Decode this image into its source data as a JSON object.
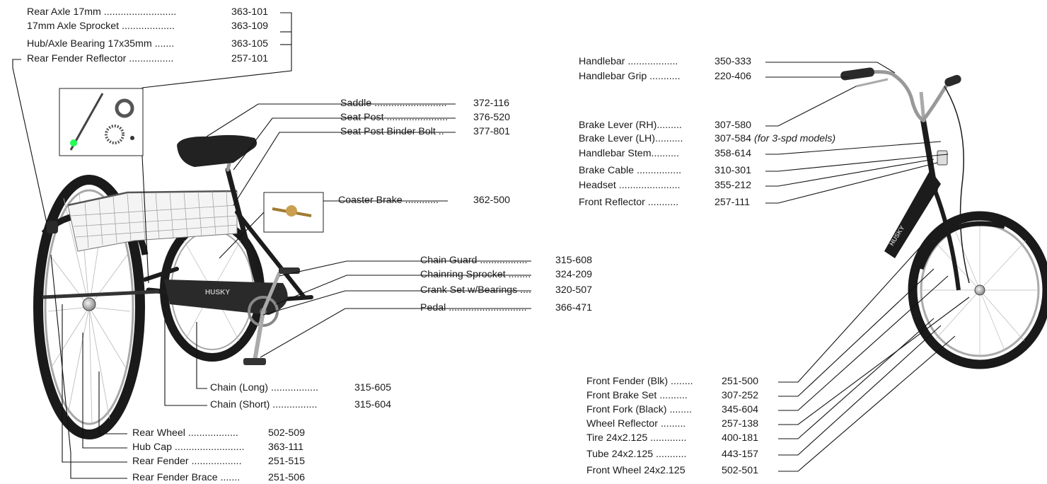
{
  "parts": {
    "rear_axle_17mm": {
      "name": "Rear Axle 17mm ..........................",
      "number": "363-101"
    },
    "axle_sprocket_17mm": {
      "name": "17mm Axle Sprocket ...................",
      "number": "363-109"
    },
    "hub_axle_bearing": {
      "name": "Hub/Axle Bearing 17x35mm .......",
      "number": "363-105"
    },
    "rear_fender_reflector": {
      "name": "Rear Fender Reflector ................",
      "number": "257-101"
    },
    "saddle": {
      "name": "Saddle ..........................",
      "number": "372-116"
    },
    "seat_post": {
      "name": "Seat Post ......................",
      "number": "376-520"
    },
    "seat_post_binder_bolt": {
      "name": "Seat Post Binder Bolt ..",
      "number": "377-801"
    },
    "coaster_brake": {
      "name": "Coaster Brake ............",
      "number": "362-500"
    },
    "chain_guard": {
      "name": "Chain Guard .................",
      "number": "315-608"
    },
    "chainring_sprocket": {
      "name": "Chainring Sprocket ........",
      "number": "324-209"
    },
    "crank_set": {
      "name": "Crank Set w/Bearings ....",
      "number": "320-507"
    },
    "pedal": {
      "name": "Pedal ............................",
      "number": "366-471"
    },
    "chain_long": {
      "name": "Chain (Long) .................",
      "number": "315-605"
    },
    "chain_short": {
      "name": "Chain (Short) ................",
      "number": "315-604"
    },
    "rear_wheel": {
      "name": "Rear Wheel ..................",
      "number": "502-509"
    },
    "hub_cap": {
      "name": "Hub Cap .........................",
      "number": "363-111"
    },
    "rear_fender": {
      "name": "Rear Fender ..................",
      "number": "251-515"
    },
    "rear_fender_brace": {
      "name": "Rear Fender Brace .......",
      "number": "251-506"
    },
    "handlebar": {
      "name": "Handlebar ..................",
      "number": "350-333"
    },
    "handlebar_grip": {
      "name": "Handlebar Grip ...........",
      "number": "220-406"
    },
    "brake_lever_rh": {
      "name": "Brake Lever (RH).........",
      "number": "307-580"
    },
    "brake_lever_lh": {
      "name": "Brake Lever (LH)..........",
      "number": "307-584",
      "note": "(for 3-spd models)"
    },
    "handlebar_stem": {
      "name": "Handlebar Stem..........",
      "number": "358-614"
    },
    "brake_cable": {
      "name": "Brake Cable ................",
      "number": "310-301"
    },
    "headset": {
      "name": "Headset ......................",
      "number": "355-212"
    },
    "front_reflector": {
      "name": "Front Reflector ...........",
      "number": "257-111"
    },
    "front_fender": {
      "name": "Front Fender (Blk) ........",
      "number": "251-500"
    },
    "front_brake_set": {
      "name": "Front Brake Set ..........",
      "number": "307-252"
    },
    "front_fork": {
      "name": "Front Fork (Black) ........",
      "number": "345-604"
    },
    "wheel_reflector": {
      "name": "Wheel Reflector .........",
      "number": "257-138"
    },
    "tire": {
      "name": "Tire 24x2.125 .............",
      "number": "400-181"
    },
    "tube": {
      "name": "Tube 24x2.125 ...........",
      "number": "443-157"
    },
    "front_wheel": {
      "name": "Front Wheel 24x2.125",
      "number": "502-501"
    }
  },
  "brand_decal": "HUSKY",
  "colors": {
    "frame": "#1c1c1c",
    "chrome": "#9a9a9a",
    "basket": "#6a6a6a",
    "leader": "#111111",
    "text": "#1a1a1a"
  }
}
